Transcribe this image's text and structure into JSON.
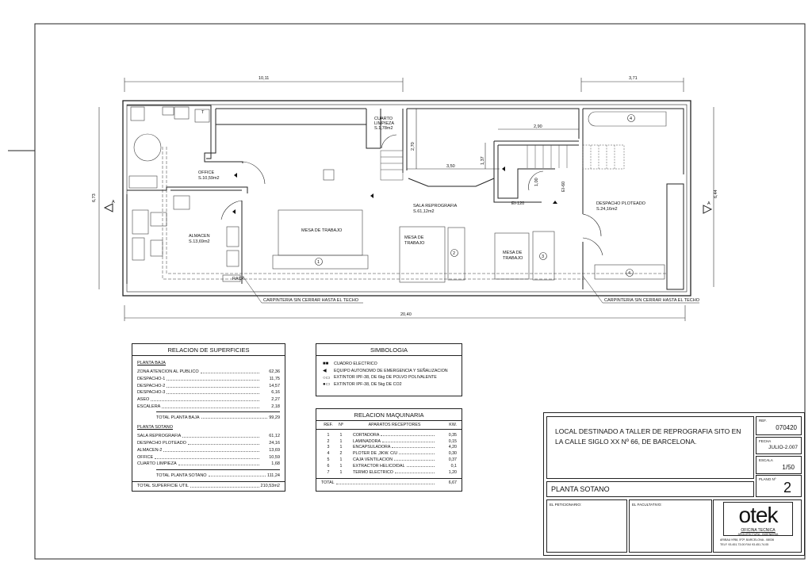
{
  "plan": {
    "dims": {
      "top_left": "10,11",
      "top_right": "3,71",
      "bottom": "20,40",
      "left": "6,73",
      "right": "6,44",
      "cuarto_h": "2,70",
      "sala_w": "3,50",
      "stair_w": "2,90",
      "stair_h": "1,37",
      "door_h": "1,00"
    },
    "section_marks": {
      "left": "A",
      "right": "A"
    },
    "rooms": {
      "office": {
        "name": "OFFICE",
        "area": "S.10,59m2"
      },
      "almacen": {
        "name": "ALMACEN",
        "area": "S.13,69m2"
      },
      "cuarto": {
        "name1": "CUARTO",
        "name2": "LIMPIEZA",
        "area": "S.1,78m2"
      },
      "sala": {
        "name": "SALA REPROGRAFIA",
        "area": "S.61,12m2"
      },
      "despacho": {
        "name": "DESPACHO PLOTEADO",
        "area": "S.24,16m2"
      }
    },
    "tables": {
      "mesa1": "MESA DE TRABAJO",
      "mesa2a": "MESA DE",
      "mesa2b": "TRABAJO",
      "mesa3a": "MESA DE",
      "mesa3b": "TRABAJO"
    },
    "machines": [
      "1",
      "2",
      "3",
      "4",
      "4"
    ],
    "doors": {
      "e120": "EI-120",
      "e160": "EI-60"
    },
    "rack": "RACK",
    "note": "CARPINTERIA SIN CERRAR HASTA EL TECHO"
  },
  "superficies": {
    "title": "RELACION DE SUPERFICIES",
    "baja_title": "PLANTA BAJA",
    "baja": [
      {
        "name": "ZONA ATENCION AL PUBLICO",
        "value": "62,36"
      },
      {
        "name": "DESPACHO-1",
        "value": "11,75"
      },
      {
        "name": "DESPACHO-2",
        "value": "14,57"
      },
      {
        "name": "DESPACHO-3",
        "value": "6,16"
      },
      {
        "name": "ASEO",
        "value": "2,27"
      },
      {
        "name": "ESCALERA",
        "value": "2,18"
      }
    ],
    "baja_total_label": "TOTAL PLANTA BAJA",
    "baja_total": "99,29",
    "sotano_title": "PLANTA SOTANO",
    "sotano": [
      {
        "name": "SALA REPROGRAFIA",
        "value": "61,12"
      },
      {
        "name": "DESPACHO PLOTEADO",
        "value": "24,16"
      },
      {
        "name": "ALMACEN-2",
        "value": "13,69"
      },
      {
        "name": "OFFICE",
        "value": "10,59"
      },
      {
        "name": "CUARTO LIMPIEZA",
        "value": "1,68"
      }
    ],
    "sotano_total_label": "TOTAL PLANTA SOTANO",
    "sotano_total": "111,24",
    "util_label": "TOTAL SUPERFICIE UTIL",
    "util": "210,53m2"
  },
  "simbologia": {
    "title": "SIMBOLOGIA",
    "items": [
      {
        "icon": "electrical-panel-icon",
        "glyph": "■■",
        "label": "CUADRO ELECTRICO"
      },
      {
        "icon": "emergency-light-icon",
        "glyph": "◀",
        "label": "EQUIPO AUTONOMO DE EMERGENCIA Y SEÑALIZACION"
      },
      {
        "icon": "powder-extinguisher-icon",
        "glyph": "○▭",
        "label": "EXTINTOR IPF-38, DE 6kg DE POLVO POLIVALENTE"
      },
      {
        "icon": "co2-extinguisher-icon",
        "glyph": "●▭",
        "label": "EXTINTOR IPF-38, DE 5kg DE CO2"
      }
    ]
  },
  "maquinaria": {
    "title": "RELACION MAQUINARIA",
    "headers": [
      "REF.",
      "Nº",
      "APARATOS RECEPTORES",
      "KW."
    ],
    "rows": [
      {
        "ref": "1",
        "n": "1",
        "name": "CORTADORA",
        "kw": "0,35"
      },
      {
        "ref": "2",
        "n": "1",
        "name": "LAMINADORA",
        "kw": "0,15"
      },
      {
        "ref": "3",
        "n": "1",
        "name": "ENCAPSULADORA",
        "kw": "4,20"
      },
      {
        "ref": "4",
        "n": "2",
        "name": "PLOTER DE ,3KW. C/U",
        "kw": "0,30"
      },
      {
        "ref": "5",
        "n": "1",
        "name": "CAJA VENTILACION",
        "kw": "0,37"
      },
      {
        "ref": "6",
        "n": "1",
        "name": "EXTRACTOR HELICOIDAL",
        "kw": "0,1"
      },
      {
        "ref": "7",
        "n": "1",
        "name": "TERMO ELECTRICO",
        "kw": "1,20"
      }
    ],
    "total_label": "TOTAL",
    "total": "6,67"
  },
  "title_block": {
    "description_line1": "LOCAL DESTINADO A TALLER DE REPROGRAFIA SITO EN",
    "description_line2": "LA CALLE SIGLO XX Nº 66, DE BARCELONA.",
    "ref_label": "REF.",
    "ref": "070420",
    "fecha_label": "FECHA",
    "fecha": "JULIO-2.007",
    "escala_label": "ESCALA",
    "escala": "1/50",
    "plano_label": "PLANO Nº",
    "plano": "2",
    "sheet_title": "PLANTA SOTANO",
    "peticionario_label": "EL PETICIONARIO:",
    "facultativo_label": "EL FACULTATIVO:",
    "logo_text": "otek",
    "logo_sub1": "OFICINA TECNICA",
    "logo_sub2": "ARQUITECTURA - INGENIERIA",
    "logo_addr": "ARIBAU Nº88, 5º2ª, BARCELONA - 08036",
    "logo_tel": "TELF. 93.451.73.00   FAX 93.451.74.05"
  }
}
